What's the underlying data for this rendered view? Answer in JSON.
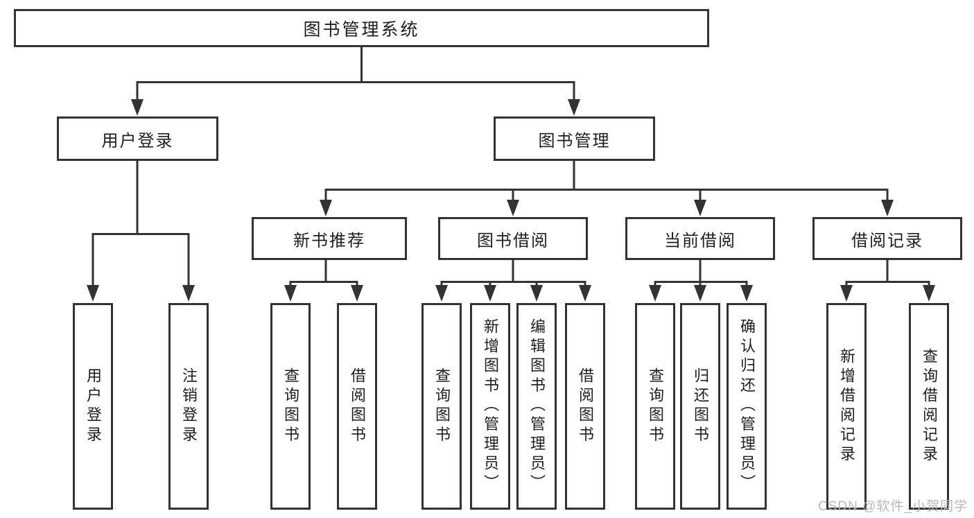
{
  "diagram": {
    "title": "图书管理系统",
    "root": {
      "label": "图书管理系统"
    },
    "level2": [
      {
        "label": "用户登录"
      },
      {
        "label": "图书管理"
      }
    ],
    "level3": [
      {
        "label": "新书推荐"
      },
      {
        "label": "图书借阅"
      },
      {
        "label": "当前借阅"
      },
      {
        "label": "借阅记录"
      }
    ],
    "leaves": [
      {
        "label": "用户登录",
        "parent": "用户登录"
      },
      {
        "label": "注销登录",
        "parent": "用户登录"
      },
      {
        "label": "查询图书",
        "parent": "新书推荐"
      },
      {
        "label": "借阅图书",
        "parent": "新书推荐"
      },
      {
        "label": "查询图书",
        "parent": "图书借阅"
      },
      {
        "label": "新增图书（管理员）",
        "parent": "图书借阅"
      },
      {
        "label": "编辑图书（管理员）",
        "parent": "图书借阅"
      },
      {
        "label": "借阅图书",
        "parent": "图书借阅"
      },
      {
        "label": "查询图书",
        "parent": "当前借阅"
      },
      {
        "label": "归还图书",
        "parent": "当前借阅"
      },
      {
        "label": "确认归还（管理员）",
        "parent": "当前借阅"
      },
      {
        "label": "新增借阅记录",
        "parent": "借阅记录"
      },
      {
        "label": "查询借阅记录",
        "parent": "借阅记录"
      }
    ]
  },
  "watermark": {
    "text": "CSDN @软件_小贺同学"
  },
  "colors": {
    "line": "#333333",
    "text": "#1e1e1e",
    "background": "#ffffff",
    "watermark": "#b8b8b8"
  }
}
